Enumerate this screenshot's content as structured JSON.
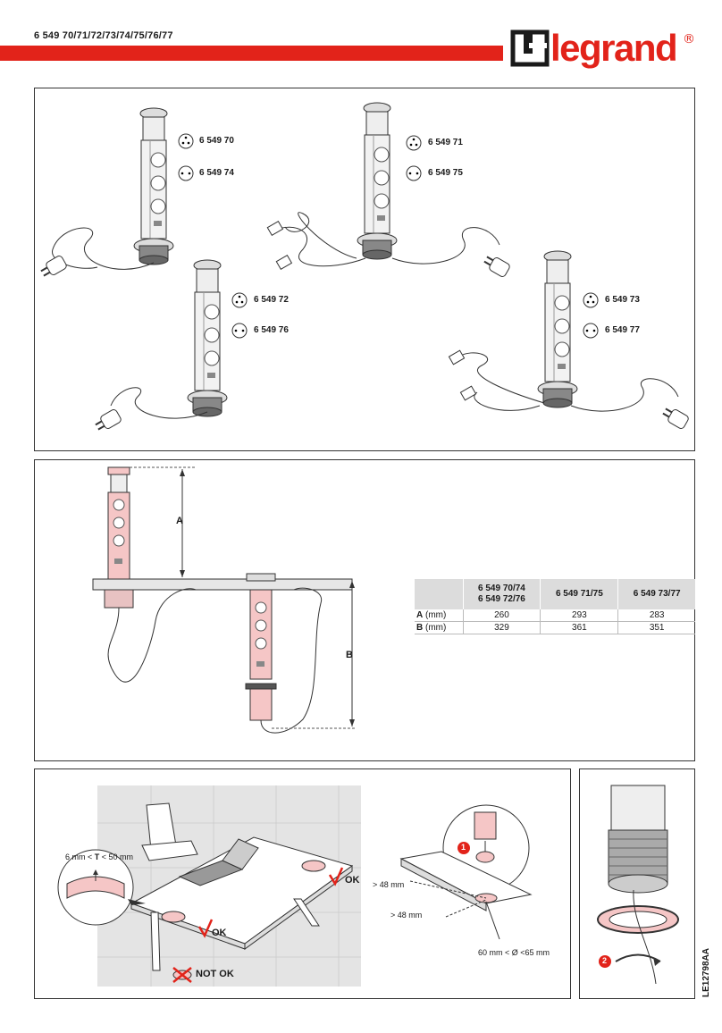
{
  "header": {
    "product_codes": "6 549 70/71/72/73/74/75/76/77",
    "brand": "legrand",
    "registered_mark": "®"
  },
  "models": [
    {
      "codes": [
        "6 549 70",
        "6 549 74"
      ]
    },
    {
      "codes": [
        "6 549 71",
        "6 549 75"
      ]
    },
    {
      "codes": [
        "6 549 72",
        "6 549 76"
      ]
    },
    {
      "codes": [
        "6 549 73",
        "6 549 77"
      ]
    }
  ],
  "dimensions": {
    "label_a": "A",
    "label_b": "B",
    "columns": [
      "6 549 70/74\n6 549 72/76",
      "6 549 71/75",
      "6 549 73/77"
    ],
    "rows": [
      {
        "label": "A",
        "unit": "(mm)",
        "values": [
          "260",
          "293",
          "283"
        ]
      },
      {
        "label": "B",
        "unit": "(mm)",
        "values": [
          "329",
          "361",
          "351"
        ]
      }
    ]
  },
  "install": {
    "thickness": "6 mm < T < 50 mm",
    "thickness_pre": "6 mm < ",
    "thickness_t": "T",
    "thickness_post": " < 50 mm",
    "ok_1": "OK",
    "ok_2": "OK",
    "not_ok": "NOT OK",
    "edge_distance_1": "> 48 mm",
    "edge_distance_2": "> 48 mm",
    "hole_diameter": "60 mm < Ø <65 mm",
    "step_1": "1",
    "step_2": "2"
  },
  "document_ref": "LE12798AA",
  "colors": {
    "brand_red": "#e2231a",
    "pink_highlight": "#f5c6c6",
    "step_red": "#e2231a"
  }
}
